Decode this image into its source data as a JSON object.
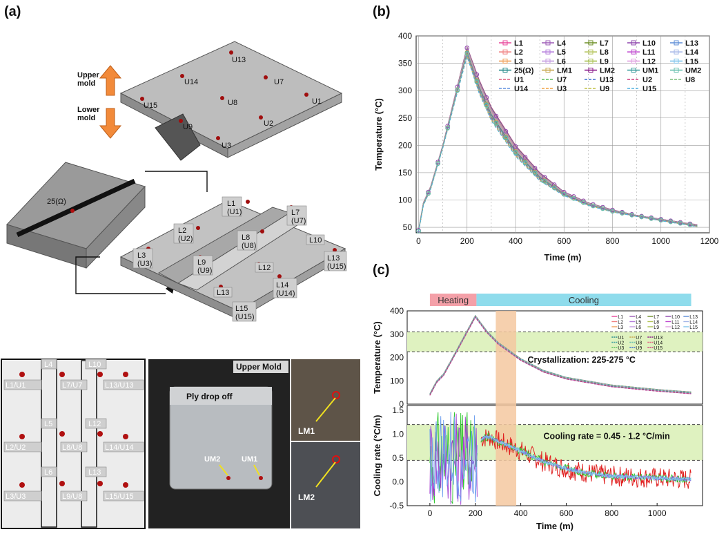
{
  "panels": {
    "a": "(a)",
    "b": "(b)",
    "c": "(c)"
  },
  "panel_a": {
    "upper_mold_label": "Upper\nmold",
    "lower_mold_label": "Lower\nmold",
    "upper_labels": [
      "U13",
      "U14",
      "U7",
      "U1",
      "U15",
      "U8",
      "U2",
      "U9",
      "U3"
    ],
    "heater_label": "25(Ω)",
    "lower_labels": [
      "L1\n(U1)",
      "L7\n(U7)",
      "L2\n(U2)",
      "L8\n(U8)",
      "L10",
      "L3\n(U3)",
      "L9\n(U9)",
      "L13\n(U15)",
      "L12",
      "L14\n(U14)",
      "L13",
      "L15\n(U15)"
    ],
    "grid_labels": [
      "L4",
      "L10",
      "L1/U1",
      "L7/U7",
      "L13/U13",
      "L5",
      "L12",
      "L2/U2",
      "L8/U8",
      "L14/U14",
      "L6",
      "L13",
      "L3/U3",
      "L9/U8",
      "L15/U15"
    ],
    "upper_mold_title": "Upper Mold",
    "ply_drop_label": "Ply drop off",
    "um_labels": [
      "UM2",
      "UM1"
    ],
    "lm_labels": [
      "LM1",
      "LM2"
    ]
  },
  "chart_data": [
    {
      "id": "b",
      "type": "line",
      "xlabel": "Time (m)",
      "ylabel": "Temperature (°C)",
      "xlim": [
        -10,
        1200
      ],
      "ylim": [
        40,
        400
      ],
      "xticks": [
        0,
        200,
        400,
        600,
        800,
        1000,
        1200
      ],
      "yticks": [
        50,
        100,
        150,
        200,
        250,
        300,
        350,
        400
      ],
      "grid": true,
      "legend_position": "top-right",
      "legend": [
        "L1",
        "L4",
        "L7",
        "L10",
        "L13",
        "L2",
        "L5",
        "L8",
        "L11",
        "L14",
        "L3",
        "L6",
        "L9",
        "L12",
        "L15",
        "25(Ω)",
        "LM1",
        "LM2",
        "UM1",
        "UM2",
        "U1",
        "U7",
        "U13",
        "U2",
        "U8",
        "U14",
        "U3",
        "U9",
        "U15"
      ],
      "profile": {
        "x": [
          0,
          20,
          50,
          100,
          150,
          200,
          250,
          300,
          400,
          500,
          600,
          700,
          800,
          900,
          1000,
          1100,
          1150
        ],
        "y": [
          45,
          95,
          125,
          200,
          290,
          380,
          320,
          270,
          200,
          150,
          115,
          95,
          82,
          72,
          65,
          58,
          55
        ]
      },
      "cool_profile": {
        "x": [
          0,
          20,
          50,
          100,
          150,
          200,
          250,
          300,
          400,
          500,
          600,
          700,
          800,
          900,
          1000,
          1100,
          1150
        ],
        "y": [
          42,
          90,
          120,
          195,
          280,
          362,
          295,
          245,
          180,
          135,
          108,
          90,
          78,
          70,
          62,
          55,
          51
        ]
      }
    },
    {
      "id": "c",
      "type": "line",
      "phase_labels": [
        "Heating",
        "Cooling"
      ],
      "xlabel": "Time (m)",
      "xlim": [
        -100,
        1200
      ],
      "xticks": [
        0,
        200,
        400,
        600,
        800,
        1000
      ],
      "top": {
        "ylabel": "Temperature (°C)",
        "ylim": [
          0,
          400
        ],
        "yticks": [
          0,
          100,
          200,
          300,
          400
        ],
        "annotation": "Crystallization: 225-275 °C",
        "band": [
          225,
          275
        ],
        "legend_position": "top-right",
        "legend": [
          "L1",
          "L4",
          "L7",
          "L10",
          "L13",
          "L2",
          "L5",
          "L8",
          "L11",
          "L14",
          "L3",
          "L6",
          "L9",
          "L12",
          "L15",
          "U1",
          "U7",
          "U13",
          "U2",
          "U8",
          "U14",
          "U3",
          "U9",
          "U15"
        ],
        "profile": {
          "x": [
            0,
            30,
            60,
            100,
            150,
            200,
            250,
            300,
            400,
            500,
            600,
            800,
            1000,
            1150
          ],
          "y": [
            45,
            100,
            130,
            200,
            290,
            380,
            315,
            265,
            195,
            145,
            115,
            82,
            63,
            52
          ]
        }
      },
      "bottom": {
        "ylabel": "Cooling rate (°C/m)",
        "ylim": [
          -0.5,
          1.6
        ],
        "yticks": [
          -0.5,
          0.0,
          0.5,
          1.0,
          1.5
        ],
        "annotation": "Cooling rate = 0.45 - 1.2  °C/min",
        "band": [
          0.45,
          1.2
        ],
        "highlight_x": [
          290,
          380
        ],
        "profile": {
          "x": [
            220,
            260,
            300,
            400,
            500,
            600,
            700,
            800,
            900,
            1000,
            1100,
            1150
          ],
          "y": [
            0.9,
            0.95,
            0.85,
            0.65,
            0.42,
            0.28,
            0.18,
            0.12,
            0.1,
            0.08,
            0.06,
            0.05
          ]
        }
      }
    }
  ]
}
